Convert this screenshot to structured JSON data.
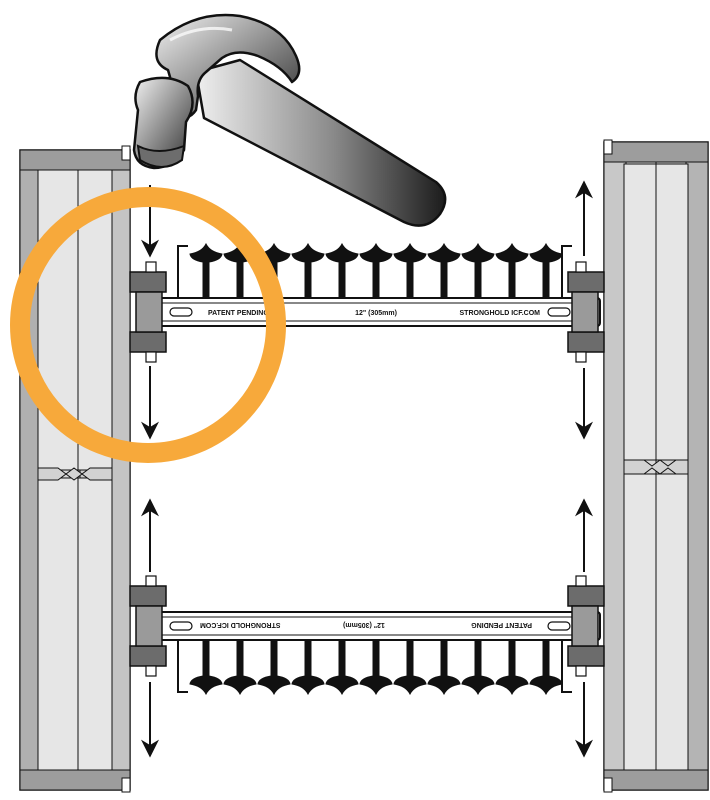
{
  "top_tie": {
    "label_left": "PATENT PENDING",
    "label_center": "12\" (305mm)",
    "label_right": "STRONGHOLD ICF.COM"
  },
  "bottom_tie": {
    "label_left": "STRONGHOLD ICF.COM",
    "label_center": "12\" (305mm)",
    "label_right": "PATENT PENDING",
    "mirrored": true
  },
  "colors": {
    "panel_light": "#e6e6e6",
    "panel_mid": "#c4c4c4",
    "panel_dark": "#8f8f8f",
    "highlight_circle": "#f7a93b",
    "outline": "#111111"
  },
  "icons": [
    "hammer-icon",
    "highlight-circle",
    "arrow-icon"
  ]
}
